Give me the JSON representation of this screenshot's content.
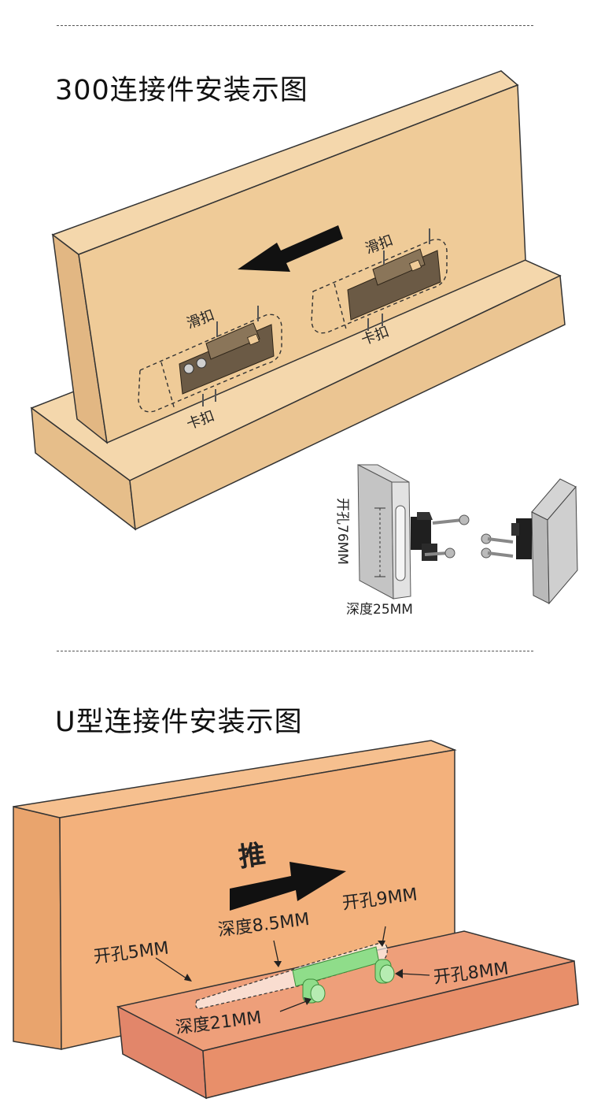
{
  "section1": {
    "title": "300连接件安装示图",
    "label_slide_left": "滑扣",
    "label_clip_left": "卡扣",
    "label_slide_right": "滑扣",
    "label_clip_right": "卡扣",
    "hole_label": "开孔76MM",
    "depth_label": "深度25MM",
    "colors": {
      "wood_face": "#efcb98",
      "wood_side": "#e2b783",
      "wood_top": "#f4d7ac",
      "connector": "#6b5a45"
    }
  },
  "section2": {
    "title": "U型连接件安装示图",
    "push_label": "推",
    "hole5": "开孔5MM",
    "depth85": "深度8.5MM",
    "hole9": "开孔9MM",
    "hole8": "开孔8MM",
    "depth21": "深度21MM",
    "colors": {
      "board_face": "#f3b17c",
      "board_side": "#e9a46d",
      "base_top": "#ee9f7a",
      "base_side": "#e88f6a",
      "connector": "#8fdd8a"
    }
  }
}
